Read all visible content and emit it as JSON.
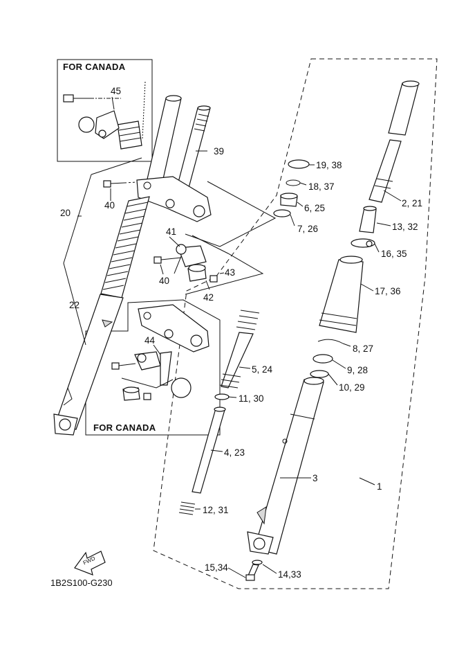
{
  "diagram": {
    "code": "1B2S100-G230",
    "fwd_label": "FWD",
    "inset_headers": [
      "FOR CANADA",
      "FOR CANADA"
    ],
    "callouts": [
      {
        "id": "c1",
        "text": "1"
      },
      {
        "id": "c2",
        "text": "2, 21"
      },
      {
        "id": "c3",
        "text": "3"
      },
      {
        "id": "c4",
        "text": "4, 23"
      },
      {
        "id": "c5",
        "text": "5, 24"
      },
      {
        "id": "c6",
        "text": "6, 25"
      },
      {
        "id": "c7",
        "text": "7, 26"
      },
      {
        "id": "c8",
        "text": "8, 27"
      },
      {
        "id": "c9",
        "text": "9, 28"
      },
      {
        "id": "c10",
        "text": "10, 29"
      },
      {
        "id": "c11",
        "text": "11, 30"
      },
      {
        "id": "c12",
        "text": "12, 31"
      },
      {
        "id": "c13",
        "text": "13, 32"
      },
      {
        "id": "c14",
        "text": "14,33"
      },
      {
        "id": "c15",
        "text": "15,34"
      },
      {
        "id": "c16",
        "text": "16, 35"
      },
      {
        "id": "c17",
        "text": "17, 36"
      },
      {
        "id": "c18",
        "text": "18, 37"
      },
      {
        "id": "c19",
        "text": "19, 38"
      },
      {
        "id": "c20",
        "text": "20"
      },
      {
        "id": "c22",
        "text": "22"
      },
      {
        "id": "c39",
        "text": "39"
      },
      {
        "id": "c40a",
        "text": "40"
      },
      {
        "id": "c40b",
        "text": "40"
      },
      {
        "id": "c41",
        "text": "41"
      },
      {
        "id": "c42",
        "text": "42"
      },
      {
        "id": "c43",
        "text": "43"
      },
      {
        "id": "c44",
        "text": "44"
      },
      {
        "id": "c45",
        "text": "45"
      }
    ]
  }
}
